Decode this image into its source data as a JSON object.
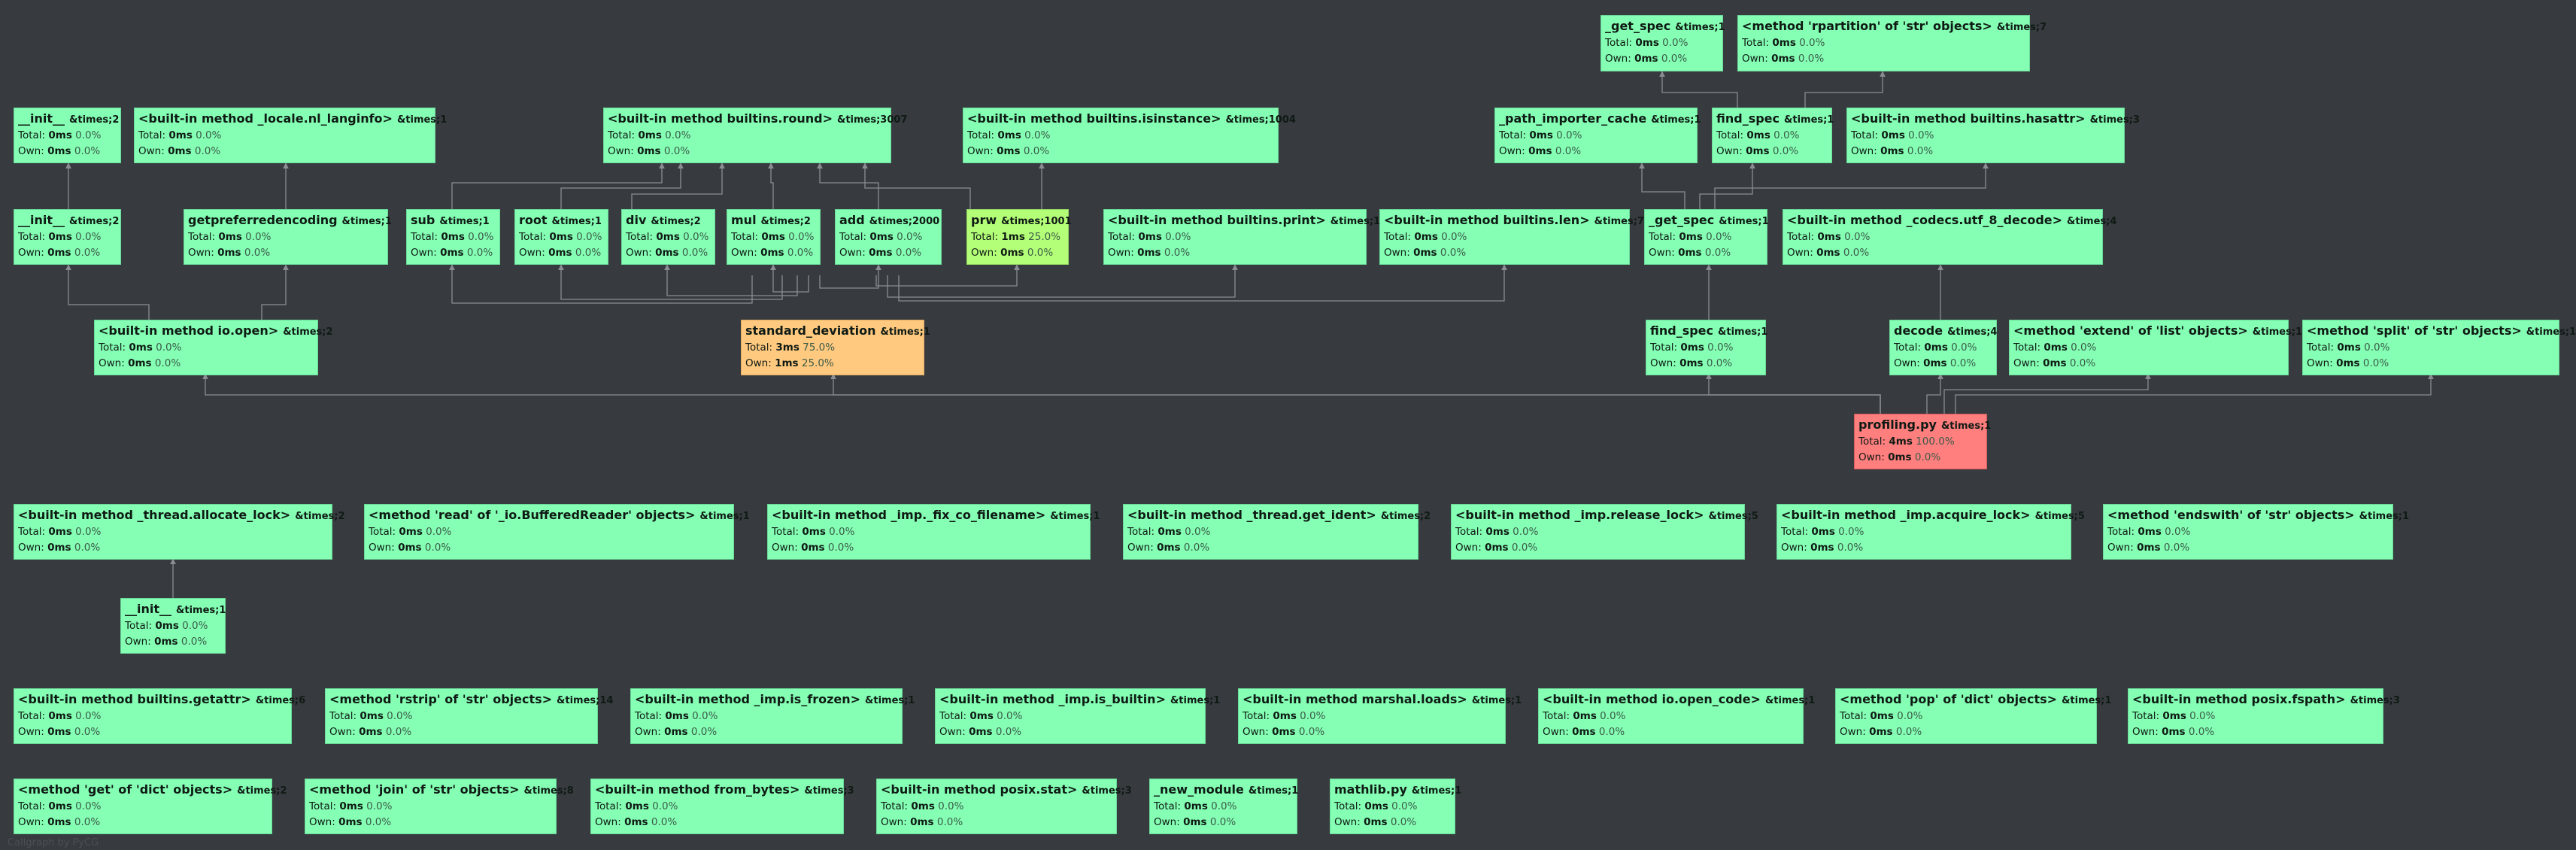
{
  "labels": {
    "total": "Total:",
    "own": "Own:"
  },
  "watermark": "Callgraph by PyCG",
  "nodes": [
    {
      "id": "get_spec_top",
      "name": "_get_spec",
      "count": "&times;1",
      "total": "0ms",
      "total_pct": "0.0%",
      "own": "0ms",
      "own_pct": "0.0%"
    },
    {
      "id": "rpartition",
      "name": "<method 'rpartition' of 'str' objects>",
      "count": "&times;7",
      "total": "0ms",
      "total_pct": "0.0%",
      "own": "0ms",
      "own_pct": "0.0%"
    },
    {
      "id": "init_top",
      "name": "__init__",
      "count": "&times;2",
      "total": "0ms",
      "total_pct": "0.0%",
      "own": "0ms",
      "own_pct": "0.0%"
    },
    {
      "id": "nl_langinfo",
      "name": "<built-in method _locale.nl_langinfo>",
      "count": "&times;1",
      "total": "0ms",
      "total_pct": "0.0%",
      "own": "0ms",
      "own_pct": "0.0%"
    },
    {
      "id": "round",
      "name": "<built-in method builtins.round>",
      "count": "&times;3007",
      "total": "0ms",
      "total_pct": "0.0%",
      "own": "0ms",
      "own_pct": "0.0%"
    },
    {
      "id": "isinstance",
      "name": "<built-in method builtins.isinstance>",
      "count": "&times;1004",
      "total": "0ms",
      "total_pct": "0.0%",
      "own": "0ms",
      "own_pct": "0.0%"
    },
    {
      "id": "path_importer_cache",
      "name": "_path_importer_cache",
      "count": "&times;1",
      "total": "0ms",
      "total_pct": "0.0%",
      "own": "0ms",
      "own_pct": "0.0%"
    },
    {
      "id": "find_spec_top",
      "name": "find_spec",
      "count": "&times;1",
      "total": "0ms",
      "total_pct": "0.0%",
      "own": "0ms",
      "own_pct": "0.0%"
    },
    {
      "id": "hasattr",
      "name": "<built-in method builtins.hasattr>",
      "count": "&times;3",
      "total": "0ms",
      "total_pct": "0.0%",
      "own": "0ms",
      "own_pct": "0.0%"
    },
    {
      "id": "init_mid",
      "name": "__init__",
      "count": "&times;2",
      "total": "0ms",
      "total_pct": "0.0%",
      "own": "0ms",
      "own_pct": "0.0%"
    },
    {
      "id": "getpreferredencoding",
      "name": "getpreferredencoding",
      "count": "&times;1",
      "total": "0ms",
      "total_pct": "0.0%",
      "own": "0ms",
      "own_pct": "0.0%"
    },
    {
      "id": "sub",
      "name": "sub",
      "count": "&times;1",
      "total": "0ms",
      "total_pct": "0.0%",
      "own": "0ms",
      "own_pct": "0.0%"
    },
    {
      "id": "root",
      "name": "root",
      "count": "&times;1",
      "total": "0ms",
      "total_pct": "0.0%",
      "own": "0ms",
      "own_pct": "0.0%"
    },
    {
      "id": "div",
      "name": "div",
      "count": "&times;2",
      "total": "0ms",
      "total_pct": "0.0%",
      "own": "0ms",
      "own_pct": "0.0%"
    },
    {
      "id": "mul",
      "name": "mul",
      "count": "&times;2",
      "total": "0ms",
      "total_pct": "0.0%",
      "own": "0ms",
      "own_pct": "0.0%"
    },
    {
      "id": "add",
      "name": "add",
      "count": "&times;2000",
      "total": "0ms",
      "total_pct": "0.0%",
      "own": "0ms",
      "own_pct": "0.0%"
    },
    {
      "id": "prw",
      "name": "prw",
      "count": "&times;1001",
      "total": "1ms",
      "total_pct": "25.0%",
      "own": "0ms",
      "own_pct": "0.0%"
    },
    {
      "id": "print",
      "name": "<built-in method builtins.print>",
      "count": "&times;1",
      "total": "0ms",
      "total_pct": "0.0%",
      "own": "0ms",
      "own_pct": "0.0%"
    },
    {
      "id": "len",
      "name": "<built-in method builtins.len>",
      "count": "&times;7",
      "total": "0ms",
      "total_pct": "0.0%",
      "own": "0ms",
      "own_pct": "0.0%"
    },
    {
      "id": "get_spec_mid",
      "name": "_get_spec",
      "count": "&times;1",
      "total": "0ms",
      "total_pct": "0.0%",
      "own": "0ms",
      "own_pct": "0.0%"
    },
    {
      "id": "utf8_decode",
      "name": "<built-in method _codecs.utf_8_decode>",
      "count": "&times;4",
      "total": "0ms",
      "total_pct": "0.0%",
      "own": "0ms",
      "own_pct": "0.0%"
    },
    {
      "id": "io_open",
      "name": "<built-in method io.open>",
      "count": "&times;2",
      "total": "0ms",
      "total_pct": "0.0%",
      "own": "0ms",
      "own_pct": "0.0%"
    },
    {
      "id": "standard_deviation",
      "name": "standard_deviation",
      "count": "&times;1",
      "total": "3ms",
      "total_pct": "75.0%",
      "own": "1ms",
      "own_pct": "25.0%"
    },
    {
      "id": "find_spec_low",
      "name": "find_spec",
      "count": "&times;1",
      "total": "0ms",
      "total_pct": "0.0%",
      "own": "0ms",
      "own_pct": "0.0%"
    },
    {
      "id": "decode",
      "name": "decode",
      "count": "&times;4",
      "total": "0ms",
      "total_pct": "0.0%",
      "own": "0ms",
      "own_pct": "0.0%"
    },
    {
      "id": "extend",
      "name": "<method 'extend' of 'list' objects>",
      "count": "&times;1",
      "total": "0ms",
      "total_pct": "0.0%",
      "own": "0ms",
      "own_pct": "0.0%"
    },
    {
      "id": "split",
      "name": "<method 'split' of 'str' objects>",
      "count": "&times;1",
      "total": "0ms",
      "total_pct": "0.0%",
      "own": "0ms",
      "own_pct": "0.0%"
    },
    {
      "id": "profiling",
      "name": "profiling.py",
      "count": "&times;1",
      "total": "4ms",
      "total_pct": "100.0%",
      "own": "0ms",
      "own_pct": "0.0%"
    },
    {
      "id": "allocate_lock",
      "name": "<built-in method _thread.allocate_lock>",
      "count": "&times;2",
      "total": "0ms",
      "total_pct": "0.0%",
      "own": "0ms",
      "own_pct": "0.0%"
    },
    {
      "id": "read_buffered",
      "name": "<method 'read' of '_io.BufferedReader' objects>",
      "count": "&times;1",
      "total": "0ms",
      "total_pct": "0.0%",
      "own": "0ms",
      "own_pct": "0.0%"
    },
    {
      "id": "fix_co_filename",
      "name": "<built-in method _imp._fix_co_filename>",
      "count": "&times;1",
      "total": "0ms",
      "total_pct": "0.0%",
      "own": "0ms",
      "own_pct": "0.0%"
    },
    {
      "id": "get_ident",
      "name": "<built-in method _thread.get_ident>",
      "count": "&times;2",
      "total": "0ms",
      "total_pct": "0.0%",
      "own": "0ms",
      "own_pct": "0.0%"
    },
    {
      "id": "release_lock",
      "name": "<built-in method _imp.release_lock>",
      "count": "&times;5",
      "total": "0ms",
      "total_pct": "0.0%",
      "own": "0ms",
      "own_pct": "0.0%"
    },
    {
      "id": "acquire_lock",
      "name": "<built-in method _imp.acquire_lock>",
      "count": "&times;5",
      "total": "0ms",
      "total_pct": "0.0%",
      "own": "0ms",
      "own_pct": "0.0%"
    },
    {
      "id": "endswith",
      "name": "<method 'endswith' of 'str' objects>",
      "count": "&times;1",
      "total": "0ms",
      "total_pct": "0.0%",
      "own": "0ms",
      "own_pct": "0.0%"
    },
    {
      "id": "init_low",
      "name": "__init__",
      "count": "&times;1",
      "total": "0ms",
      "total_pct": "0.0%",
      "own": "0ms",
      "own_pct": "0.0%"
    },
    {
      "id": "getattr",
      "name": "<built-in method builtins.getattr>",
      "count": "&times;6",
      "total": "0ms",
      "total_pct": "0.0%",
      "own": "0ms",
      "own_pct": "0.0%"
    },
    {
      "id": "rstrip",
      "name": "<method 'rstrip' of 'str' objects>",
      "count": "&times;14",
      "total": "0ms",
      "total_pct": "0.0%",
      "own": "0ms",
      "own_pct": "0.0%"
    },
    {
      "id": "is_frozen",
      "name": "<built-in method _imp.is_frozen>",
      "count": "&times;1",
      "total": "0ms",
      "total_pct": "0.0%",
      "own": "0ms",
      "own_pct": "0.0%"
    },
    {
      "id": "is_builtin",
      "name": "<built-in method _imp.is_builtin>",
      "count": "&times;1",
      "total": "0ms",
      "total_pct": "0.0%",
      "own": "0ms",
      "own_pct": "0.0%"
    },
    {
      "id": "marshal_loads",
      "name": "<built-in method marshal.loads>",
      "count": "&times;1",
      "total": "0ms",
      "total_pct": "0.0%",
      "own": "0ms",
      "own_pct": "0.0%"
    },
    {
      "id": "open_code",
      "name": "<built-in method io.open_code>",
      "count": "&times;1",
      "total": "0ms",
      "total_pct": "0.0%",
      "own": "0ms",
      "own_pct": "0.0%"
    },
    {
      "id": "dict_pop",
      "name": "<method 'pop' of 'dict' objects>",
      "count": "&times;1",
      "total": "0ms",
      "total_pct": "0.0%",
      "own": "0ms",
      "own_pct": "0.0%"
    },
    {
      "id": "fspath",
      "name": "<built-in method posix.fspath>",
      "count": "&times;3",
      "total": "0ms",
      "total_pct": "0.0%",
      "own": "0ms",
      "own_pct": "0.0%"
    },
    {
      "id": "dict_get",
      "name": "<method 'get' of 'dict' objects>",
      "count": "&times;2",
      "total": "0ms",
      "total_pct": "0.0%",
      "own": "0ms",
      "own_pct": "0.0%"
    },
    {
      "id": "str_join",
      "name": "<method 'join' of 'str' objects>",
      "count": "&times;8",
      "total": "0ms",
      "total_pct": "0.0%",
      "own": "0ms",
      "own_pct": "0.0%"
    },
    {
      "id": "from_bytes",
      "name": "<built-in method from_bytes>",
      "count": "&times;3",
      "total": "0ms",
      "total_pct": "0.0%",
      "own": "0ms",
      "own_pct": "0.0%"
    },
    {
      "id": "posix_stat",
      "name": "<built-in method posix.stat>",
      "count": "&times;3",
      "total": "0ms",
      "total_pct": "0.0%",
      "own": "0ms",
      "own_pct": "0.0%"
    },
    {
      "id": "new_module",
      "name": "_new_module",
      "count": "&times;1",
      "total": "0ms",
      "total_pct": "0.0%",
      "own": "0ms",
      "own_pct": "0.0%"
    },
    {
      "id": "mathlib",
      "name": "mathlib.py",
      "count": "&times;1",
      "total": "0ms",
      "total_pct": "0.0%",
      "own": "0ms",
      "own_pct": "0.0%"
    }
  ]
}
